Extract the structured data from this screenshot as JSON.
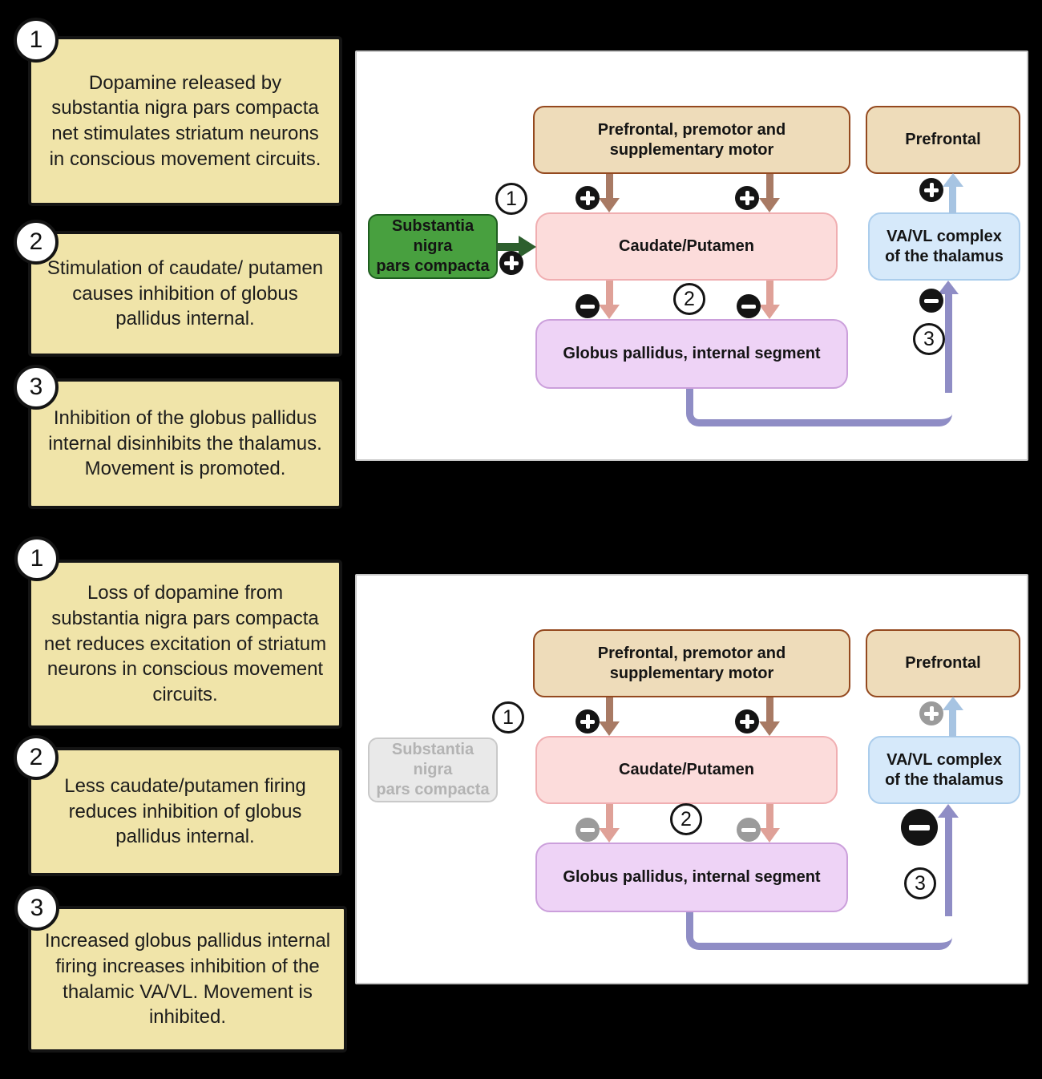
{
  "colors": {
    "background": "#000000",
    "note_fill": "#f0e4a9",
    "panel_fill": "#ffffff",
    "cortex_fill": "#eedcba",
    "cortex_border": "#94491f",
    "striatum_fill": "#fcdcdb",
    "striatum_border": "#f0aeb1",
    "snc_fill": "#48a03f",
    "snc_border": "#1e5c1f",
    "snc_inactive_fill": "#e9e9e9",
    "snc_inactive_border": "#c9c9c9",
    "snc_inactive_text": "#b3b3b3",
    "gpi_fill": "#eed3f6",
    "gpi_border": "#cb9fdb",
    "thalamus_fill": "#d6e9fa",
    "thalamus_border": "#abcdec",
    "arrow_brown": "#a87a64",
    "arrow_pink": "#dfa198",
    "arrow_blue": "#a7c4e2",
    "arrow_purple": "#8f8dc5",
    "arrow_green": "#2d5f2e",
    "badge_black": "#141414",
    "badge_gray": "#9b9b9b"
  },
  "icons": {
    "excitatory": "plus-icon",
    "inhibitory": "minus-icon"
  },
  "panels": [
    {
      "id": "normal",
      "notes": [
        {
          "number": "1",
          "text": "Dopamine released by substantia nigra pars compacta net stimulates striatum neurons in conscious movement circuits."
        },
        {
          "number": "2",
          "text": "Stimulation of caudate/ putamen causes inhibition of globus pallidus internal."
        },
        {
          "number": "3",
          "text": "Inhibition of the globus pallidus internal disinhibits the thalamus. Movement is promoted."
        }
      ],
      "diagram": {
        "cortex": "Prefrontal, premotor and supplementary motor",
        "prefrontal": "Prefrontal",
        "snc": "Substantia\nnigra\npars compacta",
        "striatum": "Caudate/Putamen",
        "gpi": "Globus pallidus, internal segment",
        "thalamus": "VA/VL complex\nof the thalamus",
        "step1": "1",
        "step2": "2",
        "step3": "3"
      }
    },
    {
      "id": "parkinsons",
      "notes": [
        {
          "number": "1",
          "text": "Loss of dopamine from substantia nigra pars compacta net reduces excitation of striatum neurons in conscious movement circuits."
        },
        {
          "number": "2",
          "text": "Less caudate/putamen firing reduces inhibition of globus pallidus internal."
        },
        {
          "number": "3",
          "text": "Increased globus pallidus internal firing increases inhibition of the thalamic VA/VL. Movement is inhibited."
        }
      ],
      "diagram": {
        "cortex": "Prefrontal, premotor and supplementary motor",
        "prefrontal": "Prefrontal",
        "snc": "Substantia\nnigra\npars compacta",
        "striatum": "Caudate/Putamen",
        "gpi": "Globus pallidus, internal segment",
        "thalamus": "VA/VL complex\nof the thalamus",
        "step1": "1",
        "step2": "2",
        "step3": "3"
      }
    }
  ]
}
